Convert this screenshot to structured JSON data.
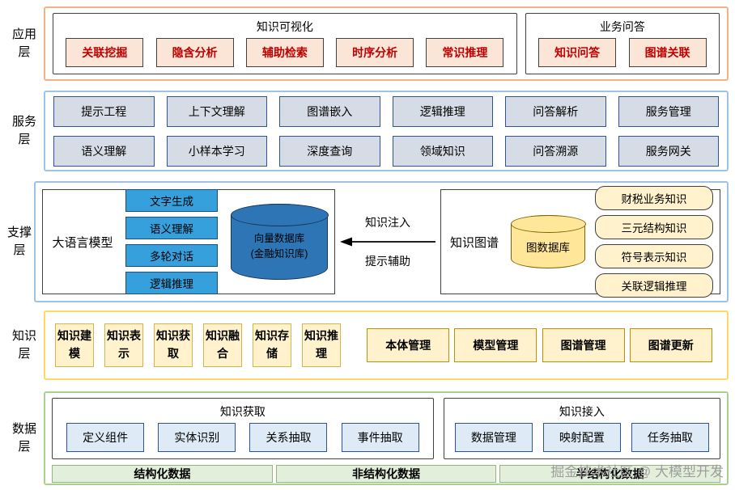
{
  "app_layer": {
    "label": "应用层",
    "viz_group": {
      "title": "知识可视化",
      "items": [
        "关联挖掘",
        "隐含分析",
        "辅助检索",
        "时序分析",
        "常识推理"
      ]
    },
    "qa_group": {
      "title": "业务问答",
      "items": [
        "知识问答",
        "图谱关联"
      ]
    }
  },
  "service_layer": {
    "label": "服务层",
    "row1": [
      "提示工程",
      "上下文理解",
      "图谱嵌入",
      "逻辑推理",
      "问答解析",
      "服务管理"
    ],
    "row2": [
      "语义理解",
      "小样本学习",
      "深度查询",
      "领域知识",
      "问答溯源",
      "服务网关"
    ]
  },
  "support_layer": {
    "label": "支撑层",
    "llm": {
      "title": "大语言模型",
      "items": [
        "文字生成",
        "语义理解",
        "多轮对话",
        "逻辑推理"
      ],
      "db_line1": "向量数据库",
      "db_line2": "(金融知识库)"
    },
    "arrow_top": "知识注入",
    "arrow_bottom": "提示辅助",
    "kg": {
      "title": "知识图谱",
      "db": "图数据库",
      "items": [
        "财税业务知识",
        "三元结构知识",
        "符号表示知识",
        "关联逻辑推理"
      ]
    }
  },
  "knowledge_layer": {
    "label": "知识层",
    "small_items": [
      "知识建模",
      "知识表示",
      "知识获取",
      "知识融合",
      "知识存储",
      "知识推理"
    ],
    "wide_items": [
      "本体管理",
      "模型管理",
      "图谱管理",
      "图谱更新"
    ]
  },
  "data_layer": {
    "label": "数据层",
    "acquire_group": {
      "title": "知识获取",
      "items": [
        "定义组件",
        "实体识别",
        "关系抽取",
        "事件抽取"
      ]
    },
    "access_group": {
      "title": "知识接入",
      "items": [
        "数据管理",
        "映射配置",
        "任务抽取"
      ]
    },
    "bars": [
      "结构化数据",
      "非结构化数据",
      "半结构化数据"
    ]
  },
  "watermark": "掘金技术社区 @ 大模型开发",
  "colors": {
    "app_border": "#F4B183",
    "service_border": "#9DC3E6",
    "support_border": "#9DC3E6",
    "knowledge_border": "#FFD966",
    "data_border": "#A9D18E",
    "app_item_bg": "#FBE5D6",
    "app_item_text": "#C00000",
    "service_item_bg": "#D6DCE5",
    "llm_item_bg": "#35A0DB",
    "vector_db_bg": "#2E75B6",
    "graph_db_bg": "#FFE699",
    "kg_item_bg": "#FFF2CC",
    "knowledge_item_bg": "#FFF2CC",
    "data_item_bg": "#DEEBF7",
    "bar_bg": "#E2EFDA"
  }
}
